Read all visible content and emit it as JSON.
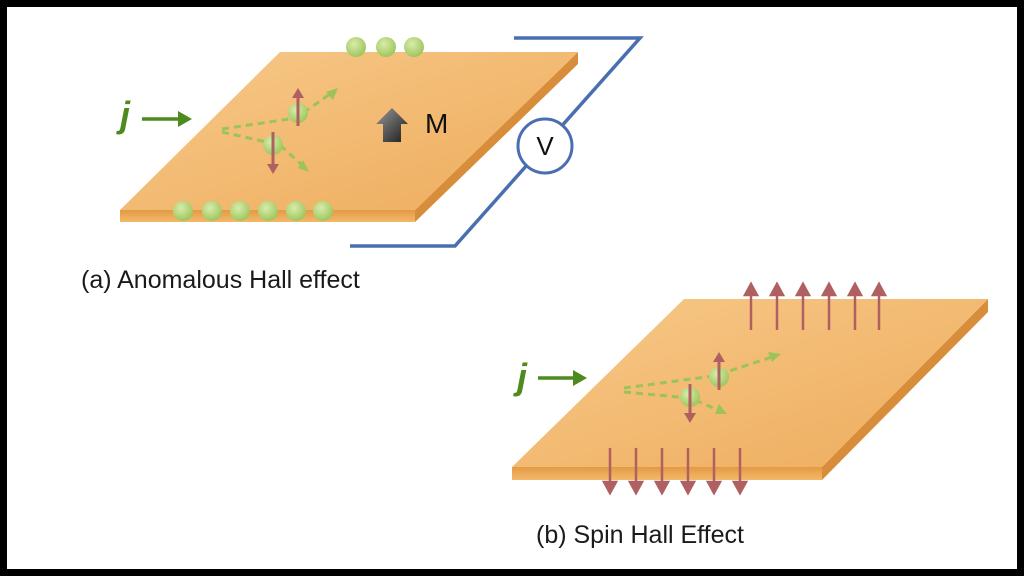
{
  "figure": {
    "panel_a": {
      "caption": "(a) Anomalous Hall effect",
      "current_label": "j",
      "magnetization_label": "M",
      "voltmeter_label": "V"
    },
    "panel_b": {
      "caption": "(b) Spin Hall Effect",
      "current_label": "j"
    }
  },
  "colors": {
    "slab": "#f2b96a",
    "slab_edge": "#e5a04c",
    "electron": "#b4d77a",
    "spin_arrow": "#b06060",
    "current_arrow": "#4f8a1e",
    "circuit_wire": "#4a6fb0"
  }
}
